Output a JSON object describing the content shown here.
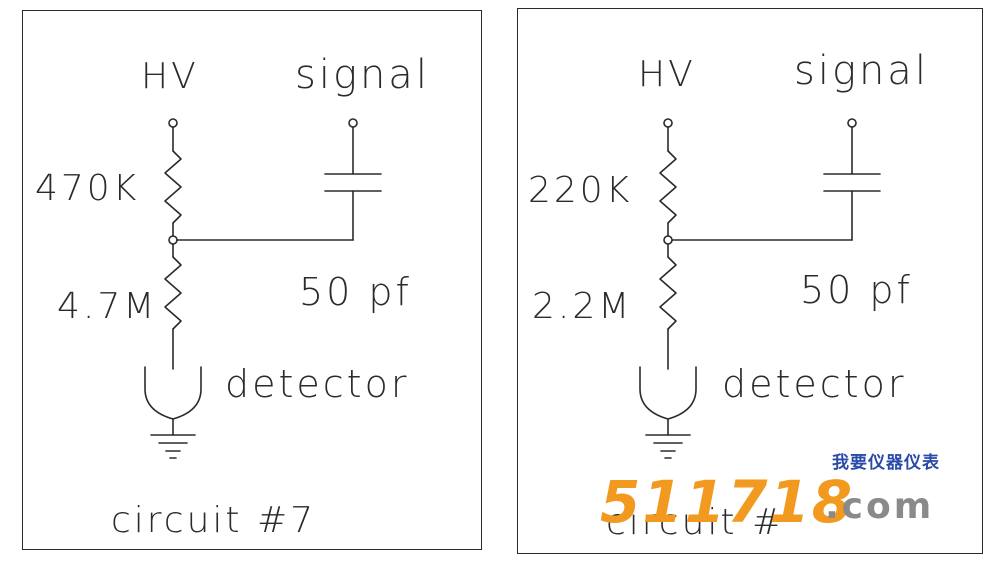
{
  "panels": [
    {
      "hv_label": "HV",
      "signal_label": "signal",
      "resistor_top": "470K",
      "resistor_bottom": "4.7M",
      "capacitor": "50 pf",
      "detector_label": "detector",
      "circuit_label": "circuit #7"
    },
    {
      "hv_label": "HV",
      "signal_label": "signal",
      "resistor_top": "220K",
      "resistor_bottom": "2.2M",
      "capacitor": "50 pf",
      "detector_label": "detector",
      "circuit_label": "circuit #"
    }
  ],
  "watermark": {
    "digits": "511718",
    "domain": ".com",
    "chinese": "我要仪器仪表"
  },
  "colors": {
    "line": "#2b2b2b",
    "watermark_orange": "#f29a1f",
    "watermark_gray": "#8a8a8a",
    "watermark_blue": "#2a4aa8"
  }
}
